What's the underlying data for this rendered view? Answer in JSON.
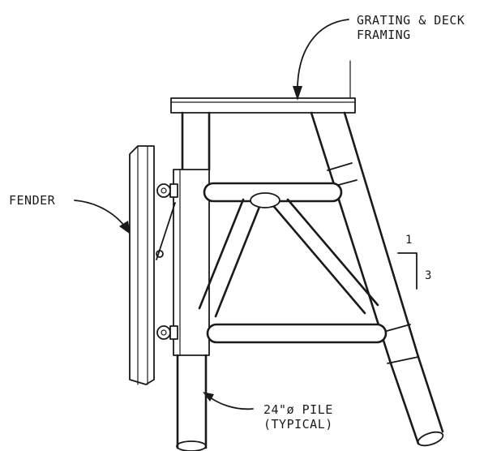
{
  "labels": {
    "grating_line1": "GRATING & DECK",
    "grating_line2": "FRAMING",
    "fender": "FENDER",
    "pile_line1": "24\"ø PILE",
    "pile_line2": "(TYPICAL)",
    "slope_rise": "1",
    "slope_run": "3"
  }
}
